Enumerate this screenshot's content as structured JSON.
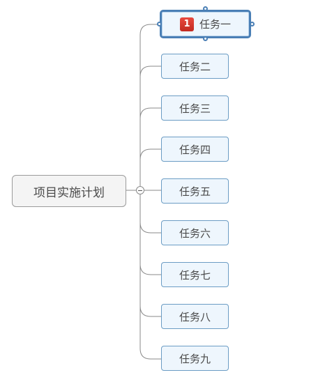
{
  "root": {
    "label": "项目实施计划"
  },
  "tasks": [
    {
      "label": "任务一",
      "priority": "1",
      "selected": true
    },
    {
      "label": "任务二"
    },
    {
      "label": "任务三"
    },
    {
      "label": "任务四"
    },
    {
      "label": "任务五"
    },
    {
      "label": "任务六"
    },
    {
      "label": "任务七"
    },
    {
      "label": "任务八"
    },
    {
      "label": "任务九"
    }
  ],
  "colors": {
    "connector": "#8a8a8a",
    "task_border": "#6b9cc4",
    "task_fill": "#eef6fd",
    "selection_border": "#4a7fb5",
    "priority_badge": "#d8362d"
  },
  "icons": {
    "priority": "priority-1-icon",
    "collapse": "collapse-minus-icon"
  }
}
